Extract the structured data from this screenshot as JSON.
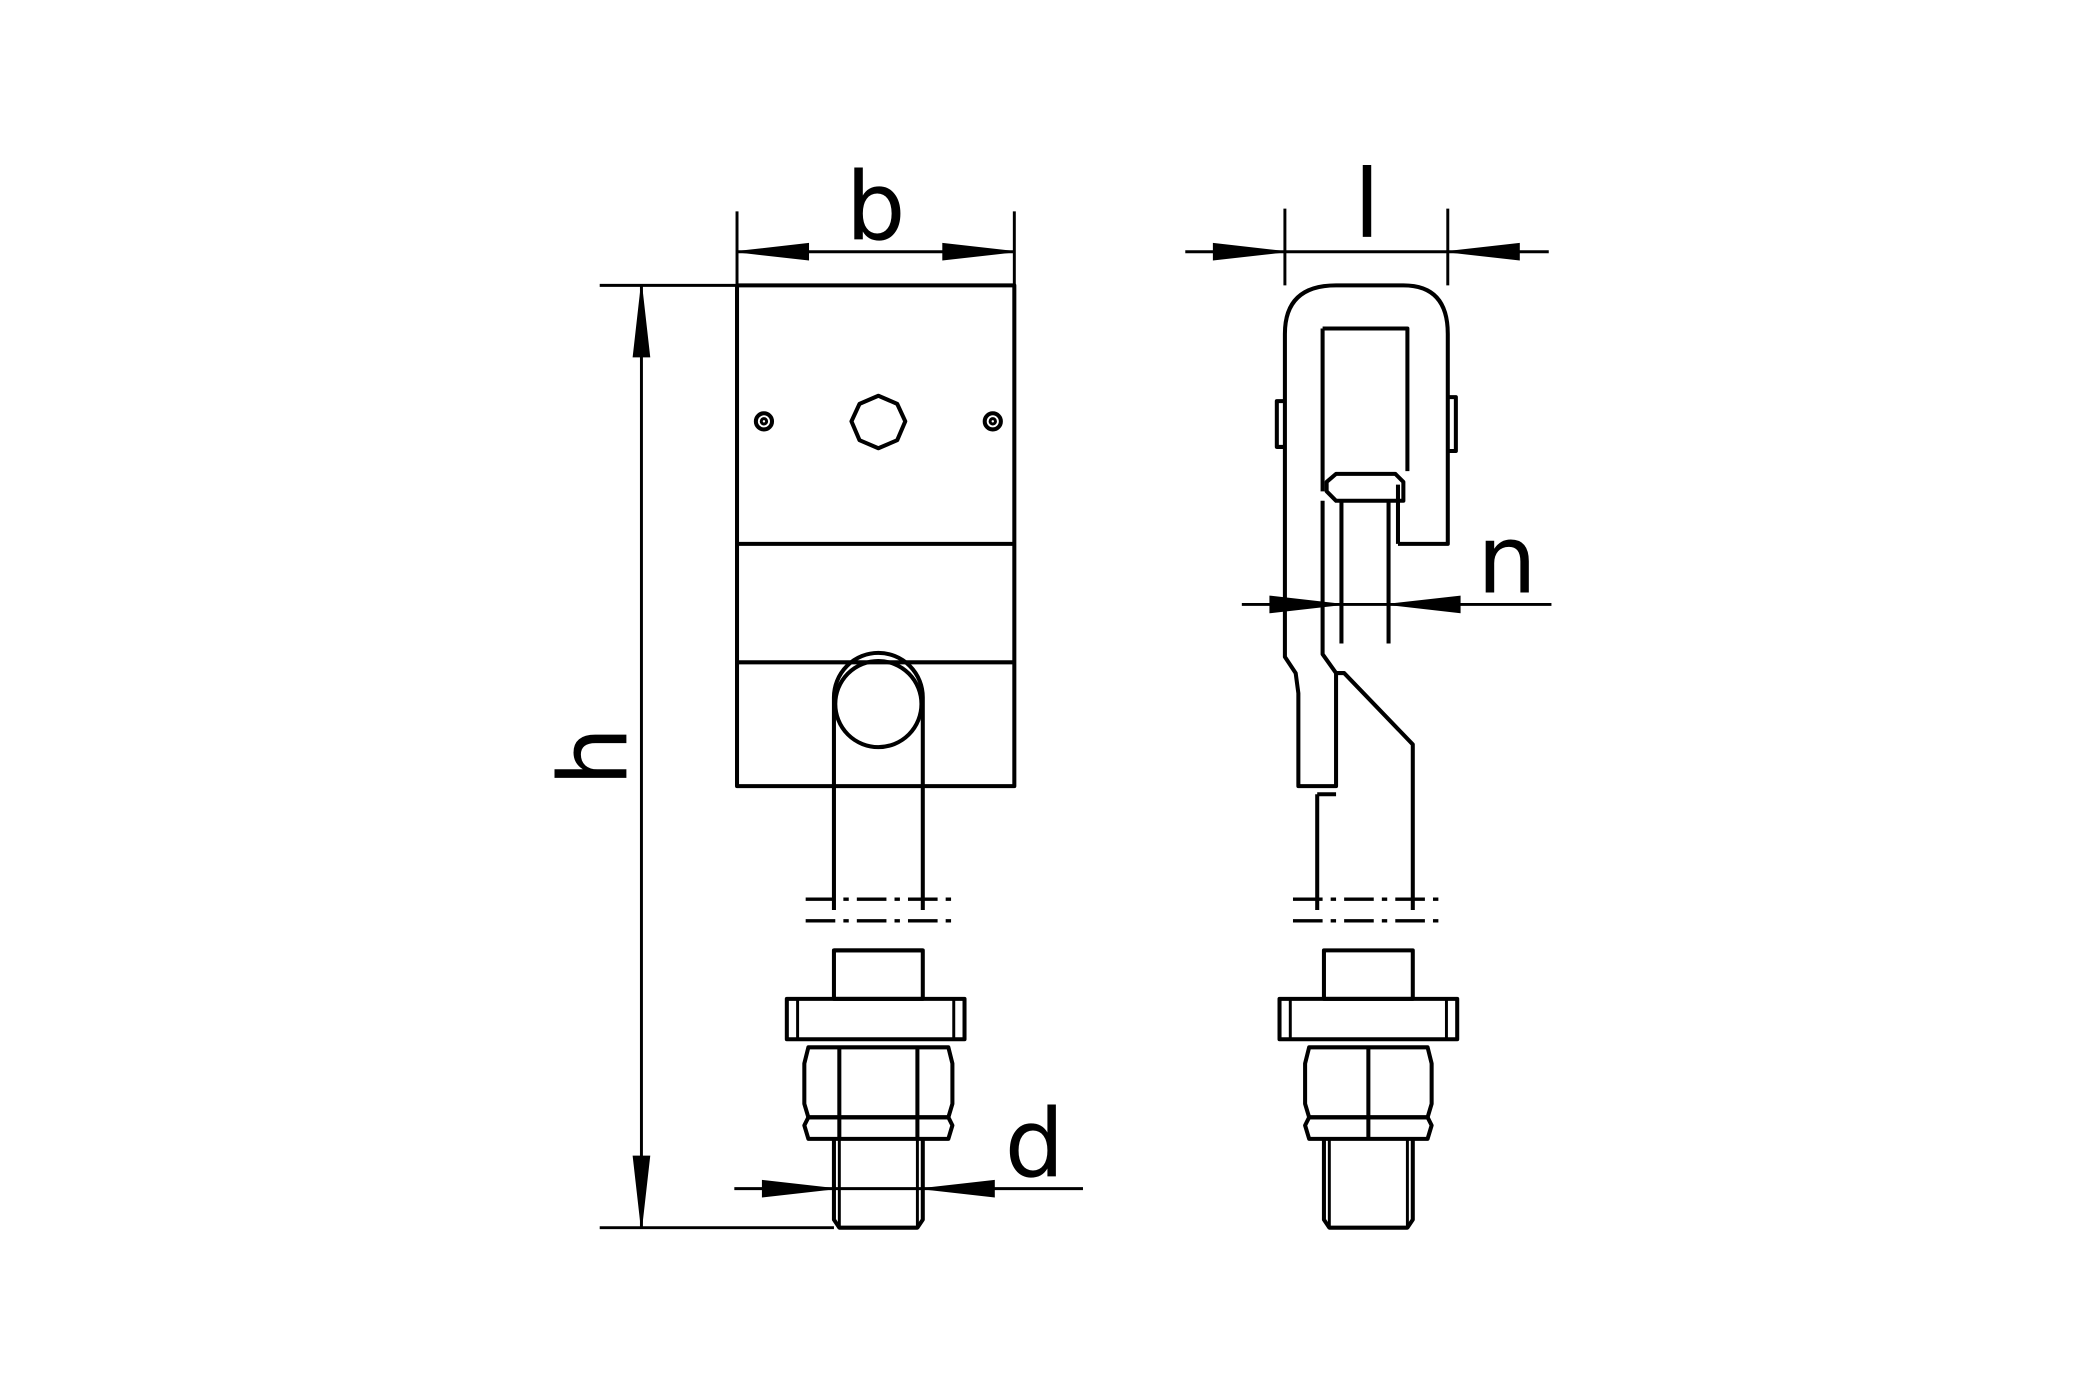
{
  "drawing": {
    "labels": {
      "b": "b",
      "h": "h",
      "l": "l",
      "n": "n",
      "d": "d"
    }
  }
}
